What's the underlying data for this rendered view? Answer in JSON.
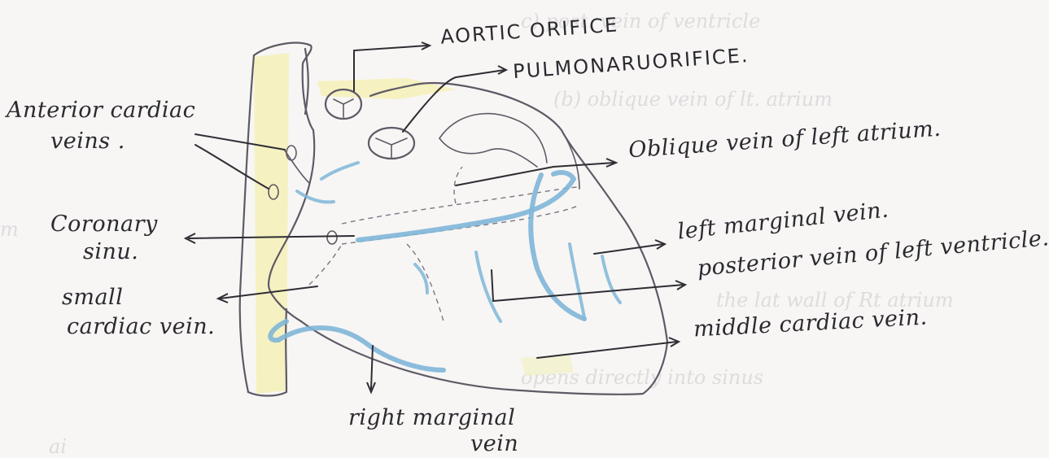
{
  "labels": {
    "aortic_orifice": "AORTIC ORIFICE",
    "pulmonary_orifice": "PULMONARUORIFICE.",
    "anterior_cardiac_veins": "Anterior cardiac",
    "anterior_cardiac_veins_2": "veins .",
    "coronary_sinus": "Coronary",
    "coronary_sinus_2": "sinu.",
    "small_cardiac_vein": "small",
    "small_cardiac_vein_2": "cardiac vein.",
    "oblique_vein": "Oblique vein of left atrium.",
    "left_marginal_vein": "left marginal vein.",
    "posterior_vein": "posterior vein of left ventricle.",
    "middle_cardiac_vein": "middle cardiac vein.",
    "right_marginal_vein": "right marginal",
    "right_marginal_vein_2": "vein"
  },
  "colors": {
    "ink": "#2e2d33",
    "outline": "#5e5a66",
    "vein_blue": "#7fb6d8",
    "highlight_yellow": "#f6efb0",
    "paper": "#f7f6f4"
  }
}
